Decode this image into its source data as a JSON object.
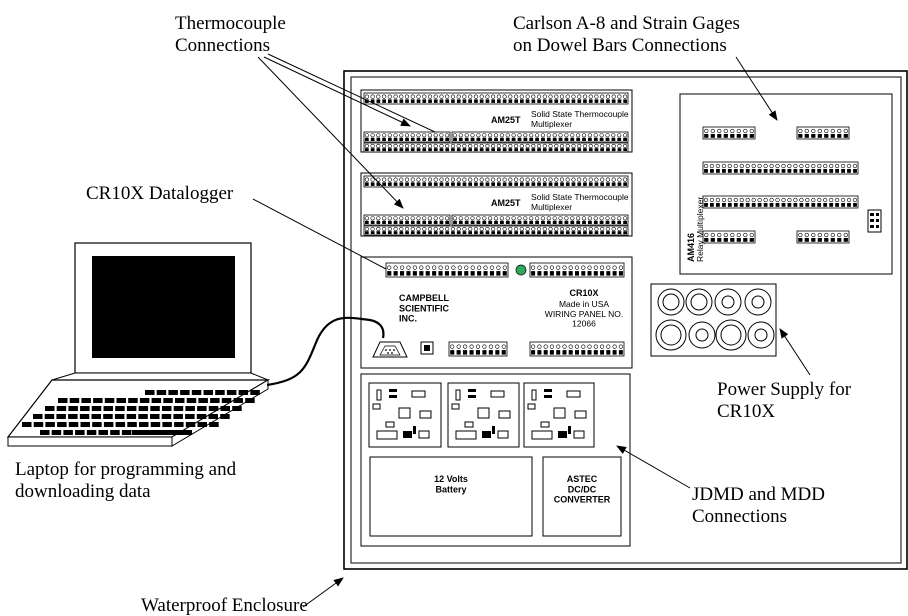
{
  "callouts": {
    "thermocouple": "Thermocouple\nConnections",
    "carlson": "Carlson A-8 and Strain Gages\non Dowel Bars Connections",
    "cr10x_datalogger": "CR10X Datalogger",
    "laptop": "Laptop for programming and\ndownloading data",
    "power_supply": "Power Supply for\nCR10X",
    "jdmd": "JDMD and MDD\nConnections",
    "enclosure": "Waterproof Enclosure"
  },
  "am25t": {
    "model": "AM25T",
    "description": "Solid State Thermocouple\nMultiplexer"
  },
  "am416": {
    "model": "AM416",
    "description": "Relay Multiplexer"
  },
  "cr10x_panel": {
    "maker": "CAMPBELL\nSCIENTIFIC\nINC.",
    "model": "CR10X",
    "info": "Made in USA\nWIRING PANEL NO.\n12066"
  },
  "battery": "12 Volts\nBattery",
  "converter": "ASTEC\nDC/DC\nCONVERTER",
  "colors": {
    "status_led": "#2eaa5a",
    "line": "#000000",
    "screen": "#000000"
  }
}
